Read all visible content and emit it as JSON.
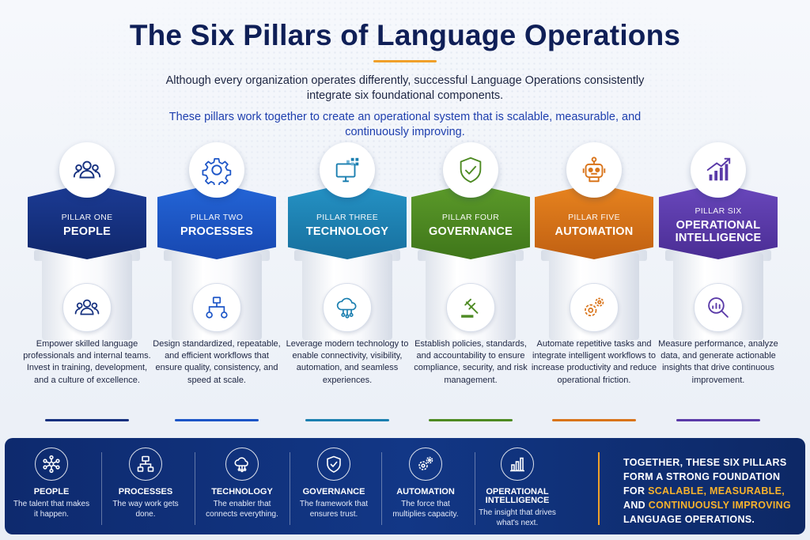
{
  "header": {
    "title": "The Six Pillars of Language Operations",
    "intro": "Although every organization operates differently, successful Language Operations consistently integrate six foundational components.",
    "intro_highlight": "These pillars work together to create an operational system that is scalable, measurable, and continuously improving."
  },
  "colors": {
    "navy": "#0f1f57",
    "accent_gold": "#f0a02a",
    "footer_bg": "#123786",
    "pillar_people": "#15307f",
    "pillar_processes": "#1c55c7",
    "pillar_technology": "#1b7fb0",
    "pillar_governance": "#4d8a22",
    "pillar_automation": "#d9741a",
    "pillar_intelligence": "#5a3aa8"
  },
  "pillars": [
    {
      "number": "PILLAR ONE",
      "name": "PEOPLE",
      "top_icon": "people-group-icon",
      "mid_icon": "people-group-icon",
      "description": "Empower skilled language professionals and internal teams. Invest in training, development, and a culture of excellence."
    },
    {
      "number": "PILLAR TWO",
      "name": "PROCESSES",
      "top_icon": "gear-icon",
      "mid_icon": "workflow-icon",
      "description": "Design standardized, repeatable, and efficient workflows that ensure quality, consistency, and speed at scale."
    },
    {
      "number": "PILLAR THREE",
      "name": "TECHNOLOGY",
      "top_icon": "computer-icon",
      "mid_icon": "cloud-network-icon",
      "description": "Leverage modern technology to enable connectivity, visibility, automation, and seamless experiences."
    },
    {
      "number": "PILLAR FOUR",
      "name": "GOVERNANCE",
      "top_icon": "shield-check-icon",
      "mid_icon": "gavel-icon",
      "description": "Establish policies, standards, and accountability to ensure compliance, security, and risk management."
    },
    {
      "number": "PILLAR FIVE",
      "name": "AUTOMATION",
      "top_icon": "robot-icon",
      "mid_icon": "gears-icon",
      "description": "Automate repetitive tasks and integrate intelligent workflows to increase productivity and reduce operational friction."
    },
    {
      "number": "PILLAR SIX",
      "name": "OPERATIONAL INTELLIGENCE",
      "top_icon": "growth-chart-icon",
      "mid_icon": "analytics-search-icon",
      "description": "Measure performance, analyze data, and generate actionable insights that drive continuous improvement."
    }
  ],
  "footer": {
    "items": [
      {
        "name": "PEOPLE",
        "desc": "The talent that makes it happen.",
        "icon": "network-nodes-icon"
      },
      {
        "name": "PROCESSES",
        "desc": "The way work gets done.",
        "icon": "workflow-icon"
      },
      {
        "name": "TECHNOLOGY",
        "desc": "The enabler that connects everything.",
        "icon": "cloud-network-icon"
      },
      {
        "name": "GOVERNANCE",
        "desc": "The framework that ensures trust.",
        "icon": "shield-check-icon"
      },
      {
        "name": "AUTOMATION",
        "desc": "The force that multiplies capacity.",
        "icon": "gears-icon"
      },
      {
        "name": "OPERATIONAL INTELLIGENCE",
        "desc": "The insight that drives what's next.",
        "icon": "bar-chart-icon"
      }
    ],
    "summary_part1": "TOGETHER, THESE SIX PILLARS FORM A STRONG FOUNDATION FOR ",
    "summary_highlight1": "SCALABLE, MEASURABLE,",
    "summary_part2": " AND ",
    "summary_highlight2": "CONTINUOUSLY IMPROVING",
    "summary_part3": " LANGUAGE OPERATIONS."
  }
}
